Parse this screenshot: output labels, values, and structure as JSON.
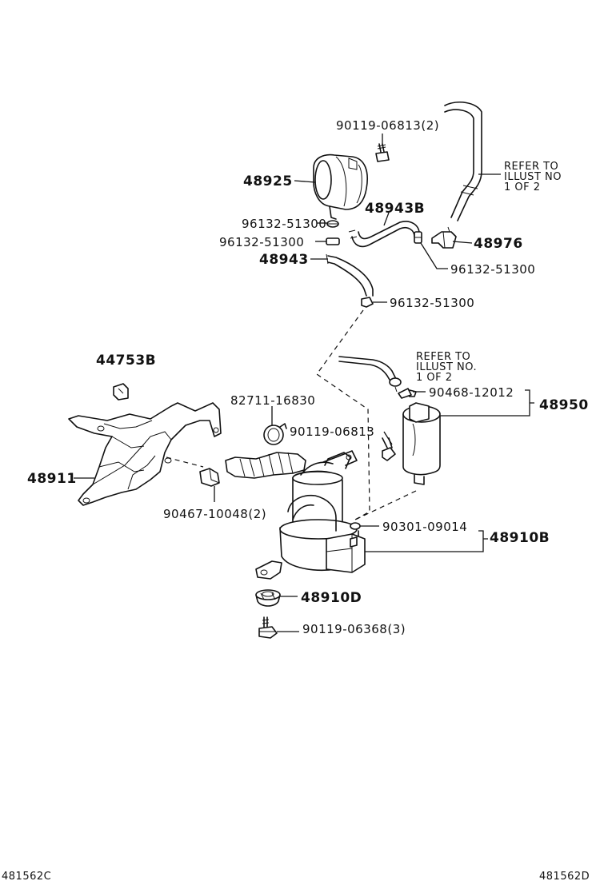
{
  "labels": {
    "p_90119_06813_2": "90119-06813(2)",
    "p_48925": "48925",
    "p_refer_top_1": "REFER TO",
    "p_refer_top_2": "ILLUST NO",
    "p_refer_top_3": "1 OF 2",
    "p_96132_51300_a": "96132-51300",
    "p_48943B": "48943B",
    "p_96132_51300_b": "96132-51300",
    "p_48976": "48976",
    "p_48943": "48943",
    "p_96132_51300_c": "96132-51300",
    "p_96132_51300_d": "96132-51300",
    "p_44753B": "44753B",
    "p_refer_mid_1": "REFER TO",
    "p_refer_mid_2": "ILLUST NO.",
    "p_refer_mid_3": "1 OF 2",
    "p_82711_16830": "82711-16830",
    "p_90468_12012": "90468-12012",
    "p_48950": "48950",
    "p_90119_06813": "90119-06813",
    "p_48911": "48911",
    "p_90467_10048_2": "90467-10048(2)",
    "p_90301_09014": "90301-09014",
    "p_48910B": "48910B",
    "p_48910D": "48910D",
    "p_90119_06368_3": "90119-06368(3)"
  },
  "footer": {
    "left_code": "481562C",
    "right_code": "481562D"
  }
}
